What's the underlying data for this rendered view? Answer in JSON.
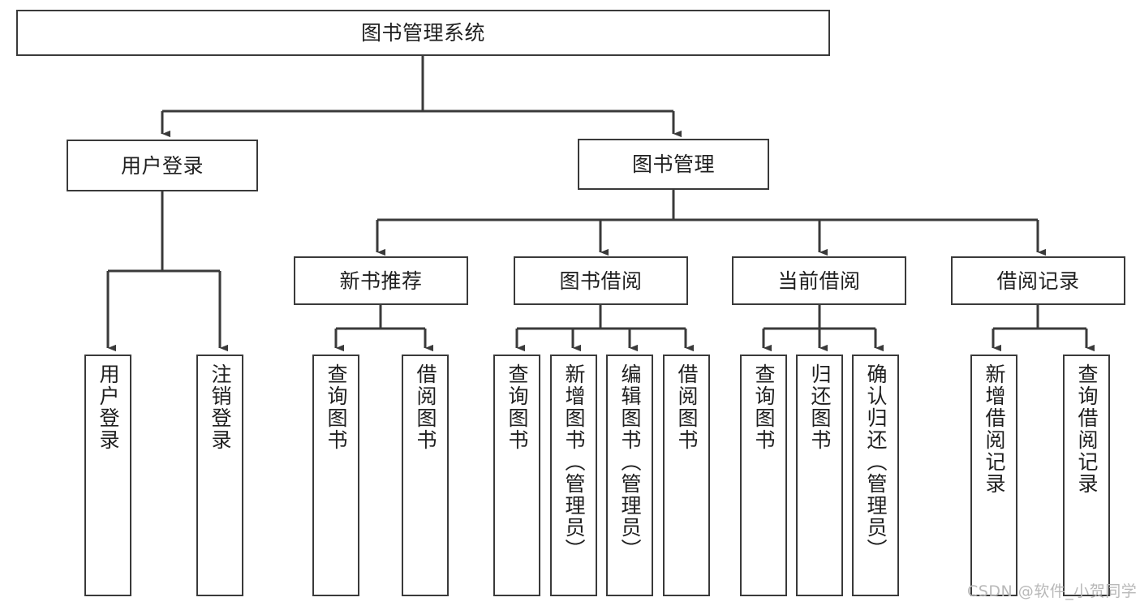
{
  "diagram": {
    "title": "图书管理系统",
    "type": "tree-hierarchy-diagram",
    "colors": {
      "box_border": "#3a3a3a",
      "box_fill": "#ffffff",
      "edge": "#3a3a3a",
      "text": "#1f1f1f",
      "watermark": "#b8b8b8",
      "background": "#ffffff"
    },
    "root": {
      "label": "图书管理系统"
    },
    "level2": [
      {
        "label": "用户登录"
      },
      {
        "label": "图书管理"
      }
    ],
    "level3": [
      {
        "label": "新书推荐"
      },
      {
        "label": "图书借阅"
      },
      {
        "label": "当前借阅"
      },
      {
        "label": "借阅记录"
      }
    ],
    "leaves": {
      "user_login": [
        {
          "label": "用户登录"
        },
        {
          "label": "注销登录"
        }
      ],
      "new_book_recommend": [
        {
          "label": "查询图书"
        },
        {
          "label": "借阅图书"
        }
      ],
      "book_borrow": [
        {
          "label": "查询图书"
        },
        {
          "label": "新增图书（管理员）"
        },
        {
          "label": "编辑图书（管理员）"
        },
        {
          "label": "借阅图书"
        }
      ],
      "current_borrow": [
        {
          "label": "查询图书"
        },
        {
          "label": "归还图书"
        },
        {
          "label": "确认归还（管理员）"
        }
      ],
      "borrow_record": [
        {
          "label": "新增借阅记录"
        },
        {
          "label": "查询借阅记录"
        }
      ]
    },
    "watermark": "CSDN @软件_小贺同学"
  }
}
